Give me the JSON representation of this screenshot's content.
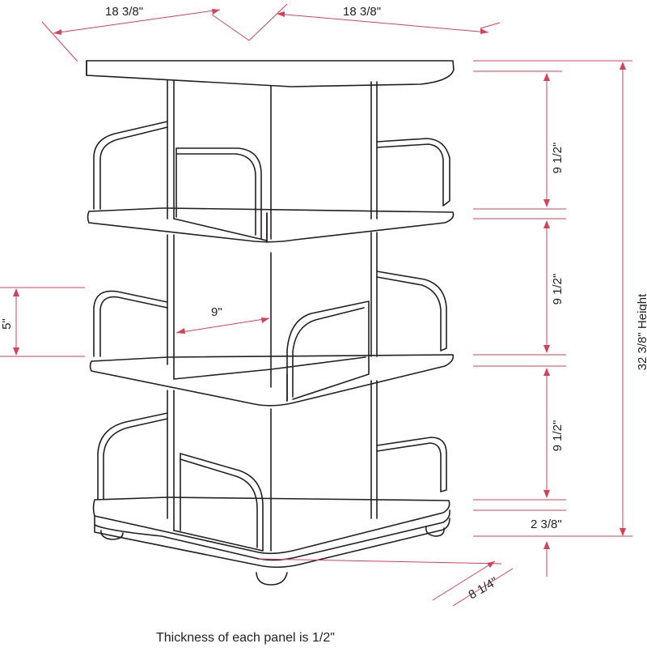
{
  "dimensions": {
    "width_left": "18  3/8\"",
    "width_right": "18  3/8\"",
    "tier_top": "9 1/2\"",
    "tier_middle": "9 1/2\"",
    "tier_bottom": "9 1/2\"",
    "base_height": "2  3/8\"",
    "total_height": "32 3/8\" Height",
    "bookend_height": "5\"",
    "compartment_width": "9\"",
    "depth": "8  1/4\""
  },
  "caption": "Thickness of each panel is 1/2\"",
  "colors": {
    "dimension_line": "#d8405a",
    "outline": "#231f20",
    "background": "#ffffff"
  }
}
